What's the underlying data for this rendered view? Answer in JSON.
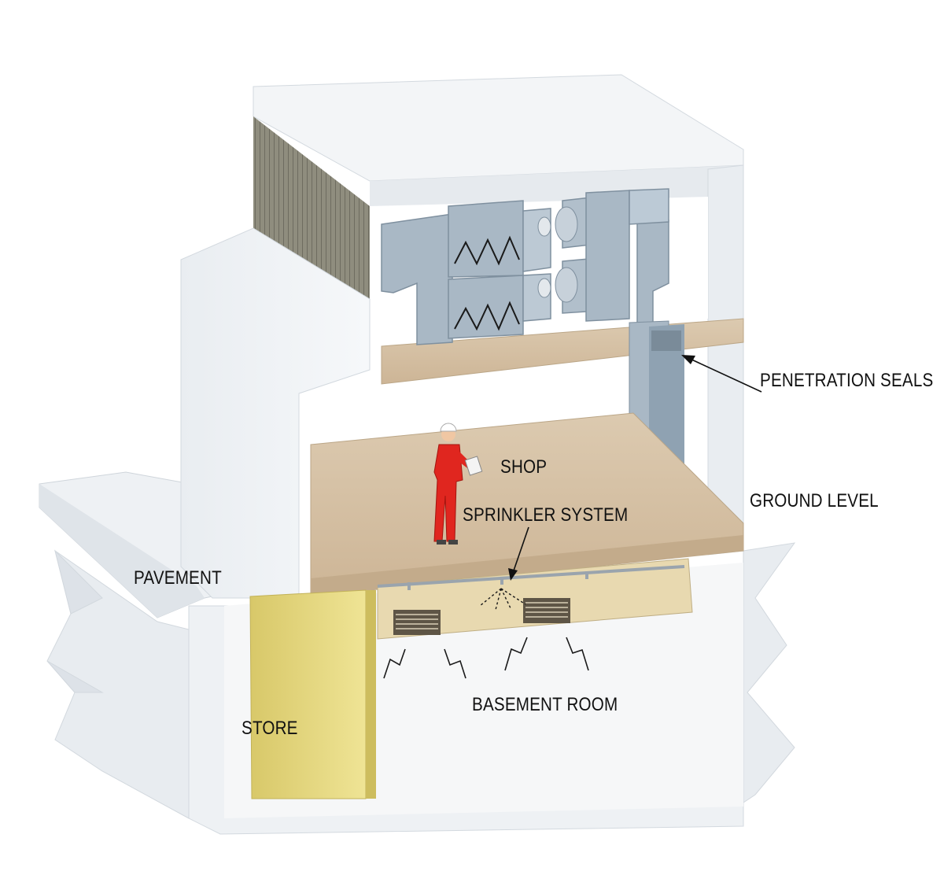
{
  "labels": {
    "penetration_seals": "PENETRATION SEALS",
    "shop": "SHOP",
    "ground_level": "GROUND LEVEL",
    "sprinkler_system": "SPRINKLER SYSTEM",
    "pavement": "PAVEMENT",
    "basement_room": "BASEMENT ROOM",
    "store": "STORE"
  },
  "colors": {
    "wall": "#eef1f4",
    "wall_shade": "#dfe3e8",
    "floor": "#d8c4a8",
    "duct": "#a7b6c3",
    "store_wall": "#e4d77a",
    "worker": "#e0261f",
    "heater": "#e8d9b0",
    "insulation": "#8d8b7c"
  }
}
